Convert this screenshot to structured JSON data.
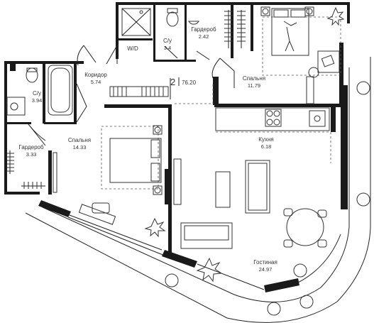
{
  "apartment": {
    "number": "2",
    "total_area": "76.20"
  },
  "rooms": [
    {
      "id": "bath-1",
      "name": "С/у",
      "area": "3.94"
    },
    {
      "id": "wardrobe-1",
      "name": "Гардероб",
      "area": "3.33"
    },
    {
      "id": "corridor",
      "name": "Коридор",
      "area": "5.74"
    },
    {
      "id": "bedroom-1",
      "name": "Спальня",
      "area": "14.33"
    },
    {
      "id": "wd",
      "name": "W/D",
      "area": ""
    },
    {
      "id": "bath-2",
      "name": "С/у",
      "area": "3.4"
    },
    {
      "id": "wardrobe-2",
      "name": "Гардероб",
      "area": "2.42"
    },
    {
      "id": "bedroom-2",
      "name": "Спальня",
      "area": "11.79"
    },
    {
      "id": "kitchen",
      "name": "Кухня",
      "area": "6.18"
    },
    {
      "id": "living",
      "name": "Гостиная",
      "area": "24.97"
    }
  ]
}
